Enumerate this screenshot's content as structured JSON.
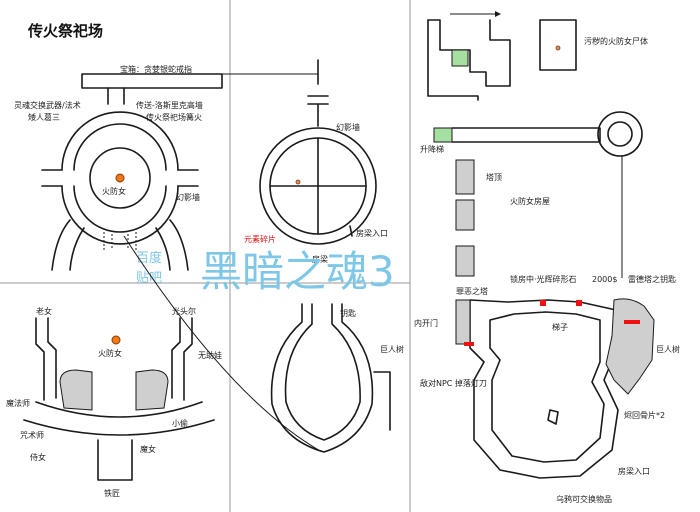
{
  "title": "传火祭祀场",
  "labels": {
    "chest": "宝箱：贪婪银蛇戒指",
    "ring_npc": "灵魂交换武器/法术",
    "ring_npc2": "矮人葛三",
    "teleport": "传送-洛斯里克高墙",
    "teleport2": "传火祭祀场篝火",
    "fire_keeper": "火防女",
    "hidden_wall": "幻影墙",
    "dynamic_wall": "幻影墙",
    "key_item": "元素碎片",
    "crypt_entry": "房梁入口",
    "beam": "房梁",
    "wall_sign": "巨人树",
    "tower_top": "钥匙",
    "old_woman": "老女",
    "merchant": "火防女",
    "left_npc": "魔法师",
    "left_npc2": "咒术师",
    "left_npc3": "侍女",
    "bottom_npc": "铁匠",
    "right_npc": "光头尔",
    "right_npc2": "无助娃",
    "right_npc3": "小偷",
    "magic_woman": "魔女",
    "right_top": "污秽的火防女尸体",
    "right_stairs": "升降梯",
    "stairs": "塔顶",
    "fire_room": "火防女房屋",
    "ring_room": "罪恶之塔",
    "cross_room": "锁房中·光辉碎形石",
    "price": "2000$",
    "tower_end": "雷德塔之钥匙",
    "entry_door": "内开门",
    "bridge": "梯子",
    "npc_fall": "敌对NPC 掉落灯刀",
    "giant": "巨人树",
    "fog_key": "烬回骨片*2",
    "roof_entry": "房梁入口",
    "crow": "乌鸦可交换物品",
    "watermark1": "百度",
    "watermark2": "贴吧",
    "watermark3": "黑暗之魂3"
  }
}
